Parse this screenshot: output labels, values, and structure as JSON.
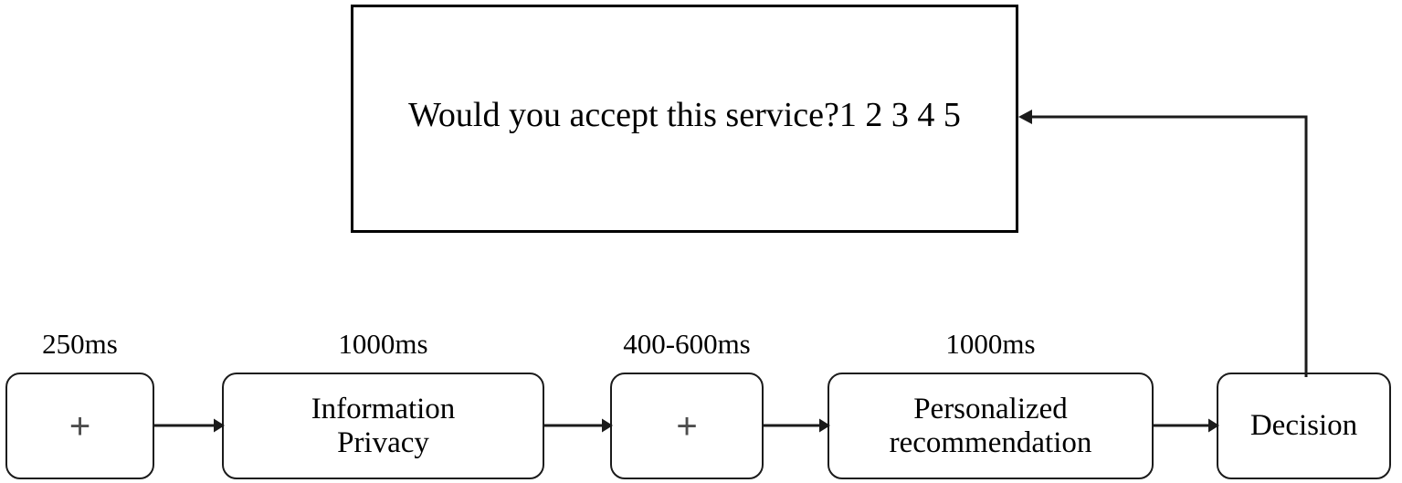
{
  "stimulus": {
    "prompt_text": "Would you accept this service?1 2 3 4 5",
    "question": "Would you accept this service?",
    "rating_scale": "1 2 3 4 5"
  },
  "sequence": {
    "steps": [
      {
        "id": "fixation-1",
        "duration_label": "250ms",
        "content": "+",
        "kind": "fixation-cross"
      },
      {
        "id": "information-privacy",
        "duration_label": "1000ms",
        "content": "Information\nPrivacy",
        "kind": "text-screen"
      },
      {
        "id": "fixation-2",
        "duration_label": "400-600ms",
        "content": "+",
        "kind": "fixation-cross"
      },
      {
        "id": "personalized-recommendation",
        "duration_label": "1000ms",
        "content": "Personalized\nrecommendation",
        "kind": "text-screen"
      },
      {
        "id": "decision",
        "duration_label": "",
        "content": "Decision",
        "kind": "response-screen"
      }
    ]
  },
  "connectors": {
    "forward_arrows": 4,
    "feedback_arrow": {
      "from": "decision",
      "to": "stimulus-screen",
      "direction": "left"
    }
  },
  "style": {
    "stroke_color": "#1b1b1b",
    "screen_border_color": "#000000",
    "background": "#ffffff",
    "fixation_color": "#4d4d4d"
  }
}
